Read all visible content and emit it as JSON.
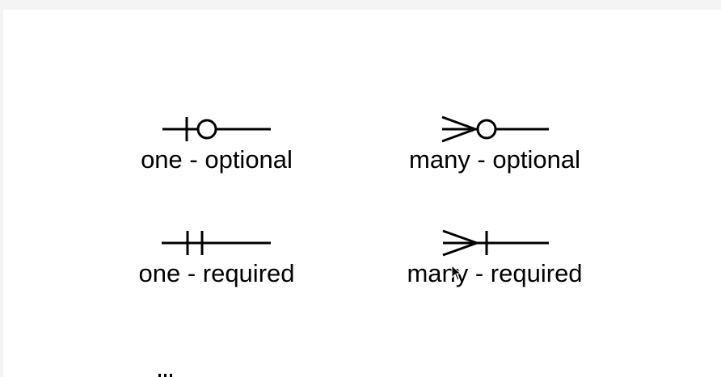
{
  "notations": {
    "one_optional": {
      "label": "one - optional",
      "icon": "one-optional-crowfoot-icon"
    },
    "many_optional": {
      "label": "many - optional",
      "icon": "many-optional-crowfoot-icon"
    },
    "one_required": {
      "label": "one - required",
      "icon": "one-required-crowfoot-icon"
    },
    "many_required": {
      "label": "many - required",
      "icon": "many-required-crowfoot-icon"
    }
  },
  "colors": {
    "stroke": "#000000",
    "canvas": "#ffffff",
    "frame": "#f4f4f4"
  }
}
